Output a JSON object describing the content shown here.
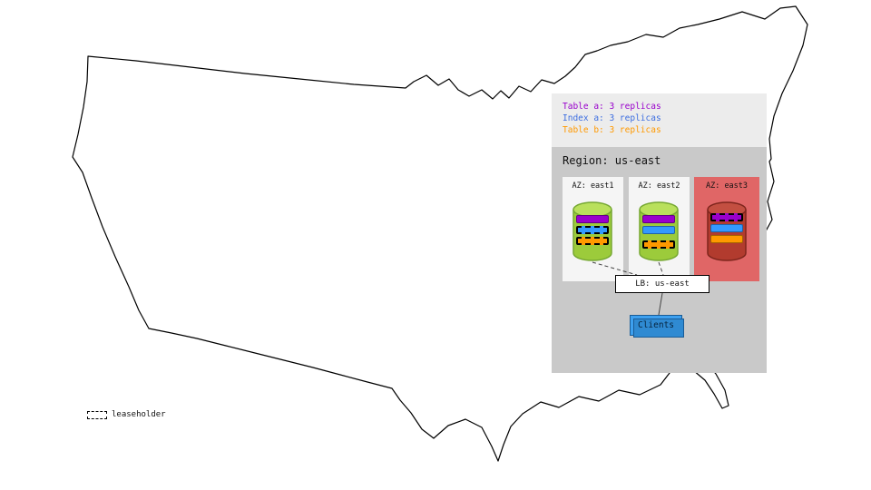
{
  "legend_panel": {
    "items": [
      {
        "id": "table-a",
        "label": "Table a: 3 replicas",
        "color": "#9900cc"
      },
      {
        "id": "index-a",
        "label": "Index a: 3 replicas",
        "color": "#3d6ee0"
      },
      {
        "id": "table-b",
        "label": "Table b: 3 replicas",
        "color": "#ff9900"
      }
    ]
  },
  "region": {
    "title": "Region: us-east",
    "azs": [
      {
        "label": "AZ: east1",
        "status": "healthy",
        "replicas": [
          {
            "name": "Table a",
            "color": "#9900cc",
            "leaseholder": false
          },
          {
            "name": "Index a",
            "color": "#3399ff",
            "leaseholder": true
          },
          {
            "name": "Table b",
            "color": "#ff9900",
            "leaseholder": true
          }
        ]
      },
      {
        "label": "AZ: east2",
        "status": "healthy",
        "replicas": [
          {
            "name": "Table a",
            "color": "#9900cc",
            "leaseholder": false
          },
          {
            "name": "Index a",
            "color": "#3399ff",
            "leaseholder": false
          },
          {
            "name": "Table b",
            "color": "#ff9900",
            "leaseholder": true
          }
        ]
      },
      {
        "label": "AZ: east3",
        "status": "failed",
        "replicas": [
          {
            "name": "Table a",
            "color": "#9900cc",
            "leaseholder": true
          },
          {
            "name": "Index a",
            "color": "#3399ff",
            "leaseholder": false
          },
          {
            "name": "Table b",
            "color": "#ff9900",
            "leaseholder": false
          }
        ]
      }
    ],
    "load_balancer": {
      "label": "LB: us-east"
    },
    "clients": {
      "label": "Clients"
    }
  },
  "map_key": {
    "leaseholder_label": "leaseholder"
  },
  "colors": {
    "legend_bg": "#ececec",
    "region_bg": "#c9c9c9",
    "az_bg": "#f5f5f5",
    "az_failed_bg": "#e06666",
    "cylinder_green": "#9ccb3b",
    "cylinder_red": "#b23b2e",
    "clients_blue": "#3da0ef"
  }
}
